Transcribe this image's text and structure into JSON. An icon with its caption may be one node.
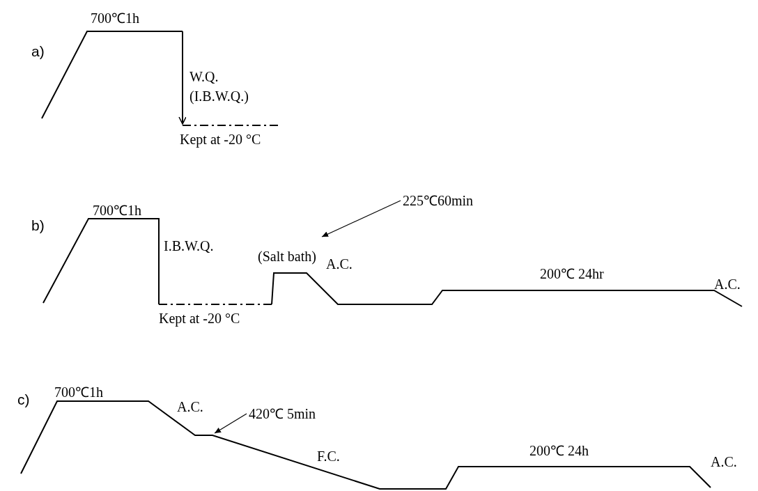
{
  "diagram": {
    "nodes": [
      {
        "text": [
          "225℃60min"
        ]
      },
      {
        "text": [
          "420℃ 5min"
        ]
      }
    ],
    "edges": [
      {
        "from": 0,
        "to": null,
        "arrow": "to"
      },
      {
        "from": 1,
        "to": null,
        "arrow": "to"
      }
    ],
    "labels": [
      "700℃1h",
      "a)",
      "W.Q.",
      "(I.B.W.Q.)",
      "Kept at -20 °C",
      "700℃1h",
      "b)",
      "(Salt bath)",
      "I.B.W.Q.",
      "A.C.",
      "200℃ 24hr",
      "A.C.",
      "Kept at -20 °C",
      "700℃1h",
      "A.C.",
      "c)",
      "F.C.",
      "200℃ 24h",
      "A.C."
    ]
  }
}
